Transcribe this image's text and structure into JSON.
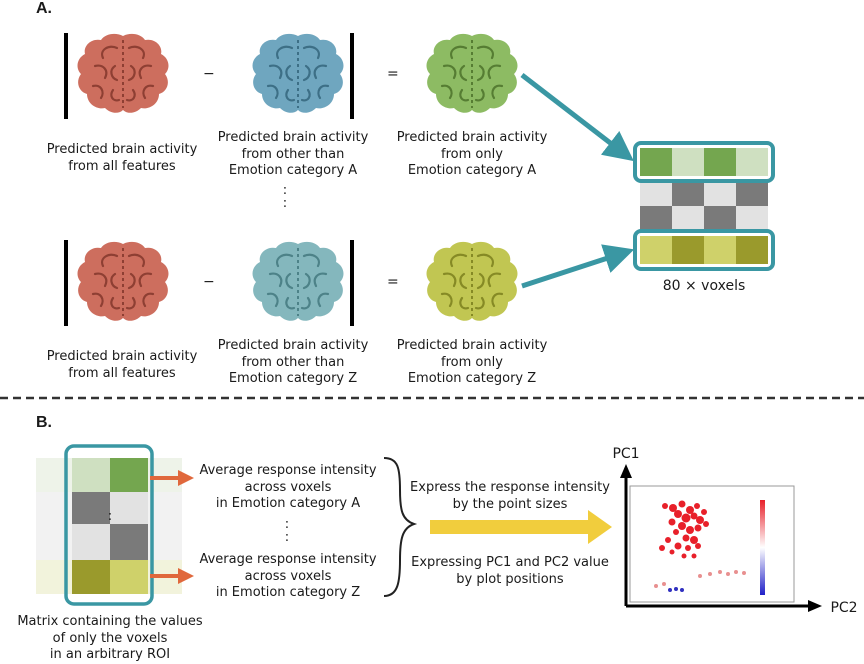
{
  "panel_a": {
    "heading": "A.",
    "row1": {
      "left_caption": [
        "Predicted brain activity",
        "from all features"
      ],
      "mid_caption": [
        "Predicted brain activity",
        "from other than",
        "Emotion category A"
      ],
      "right_caption": [
        "Predicted brain activity",
        "from only",
        "Emotion category A"
      ]
    },
    "row2": {
      "left_caption": [
        "Predicted brain activity",
        "from all features"
      ],
      "mid_caption": [
        "Predicted brain activity",
        "from other than",
        "Emotion category Z"
      ],
      "right_caption": [
        "Predicted brain activity",
        "from only",
        "Emotion category Z"
      ]
    },
    "minus": "−",
    "equals": "=",
    "vertical_ellipsis": ":\n:",
    "matrix_label": "80 × voxels",
    "colors": {
      "brain_all": "#cd6e5e",
      "brain_other_a": "#6fa6bf",
      "brain_other_z": "#84b7bd",
      "brain_only_a": "#8dbb63",
      "brain_only_z": "#c1c652",
      "arrow_teal": "#3a97a3",
      "cell_green": "#74a64f",
      "cell_light_green": "#cfe0c1",
      "cell_olive": "#9a9a2c",
      "cell_yellow": "#cfd16a",
      "cell_gray": "#7a7a7a",
      "cell_light_gray": "#e2e2e2"
    }
  },
  "panel_b": {
    "heading": "B.",
    "matrix_caption": [
      "Matrix containing the values",
      "of only the voxels",
      "in an arbitrary ROI"
    ],
    "avg_a": [
      "Average response intensity",
      "across voxels",
      "in Emotion category A"
    ],
    "avg_z": [
      "Average response intensity",
      "across voxels",
      "in Emotion category Z"
    ],
    "dots": ":\n:",
    "express_top": [
      "Express the response intensity",
      "by the point sizes"
    ],
    "express_bottom": [
      "Expressing PC1 and PC2 value",
      "by plot positions"
    ],
    "axis_y": "PC1",
    "axis_x": "PC2",
    "colors": {
      "arrow_orange": "#e0683c",
      "arrow_yellow": "#f1cd3d",
      "point_red": "#e8202a",
      "point_blue": "#3030c0"
    }
  }
}
